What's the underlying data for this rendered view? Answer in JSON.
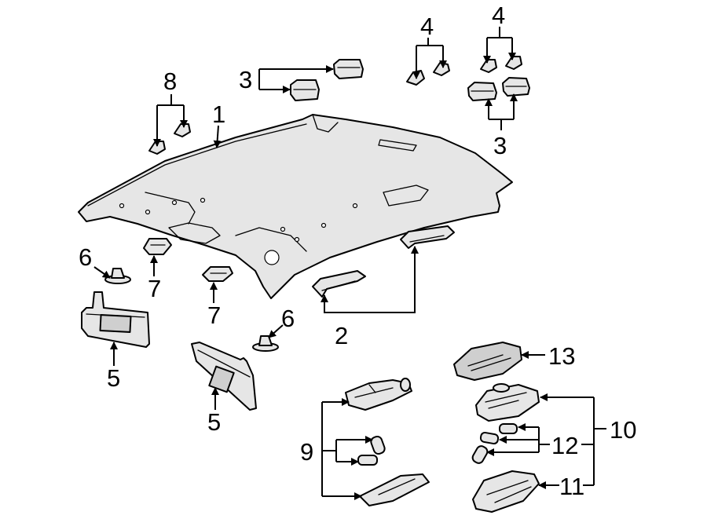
{
  "callouts": [
    {
      "id": "c1",
      "text": "1"
    },
    {
      "id": "c2",
      "text": "2"
    },
    {
      "id": "c3a",
      "text": "3"
    },
    {
      "id": "c3b",
      "text": "3"
    },
    {
      "id": "c4a",
      "text": "4"
    },
    {
      "id": "c4b",
      "text": "4"
    },
    {
      "id": "c5a",
      "text": "5"
    },
    {
      "id": "c5b",
      "text": "5"
    },
    {
      "id": "c6a",
      "text": "6"
    },
    {
      "id": "c6b",
      "text": "6"
    },
    {
      "id": "c7a",
      "text": "7"
    },
    {
      "id": "c7b",
      "text": "7"
    },
    {
      "id": "c8",
      "text": "8"
    },
    {
      "id": "c9",
      "text": "9"
    },
    {
      "id": "c10",
      "text": "10"
    },
    {
      "id": "c11",
      "text": "11"
    },
    {
      "id": "c12",
      "text": "12"
    },
    {
      "id": "c13",
      "text": "13"
    }
  ]
}
